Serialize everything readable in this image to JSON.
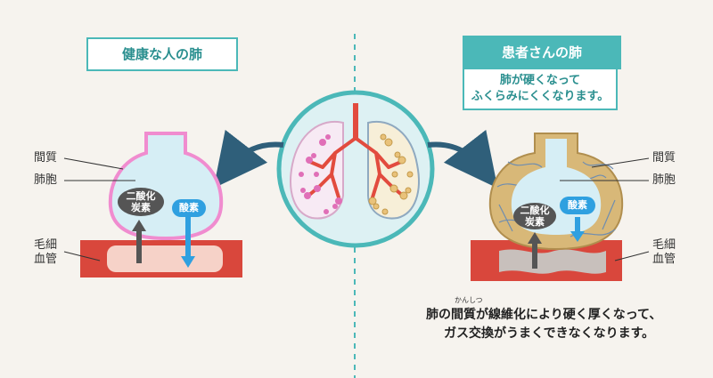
{
  "left": {
    "title": "健康な人の肺",
    "labels": {
      "interstitium": "間質",
      "alveolus": "肺胞",
      "capillary_line1": "毛細",
      "capillary_line2": "血管"
    },
    "co2_line1": "二酸化",
    "co2_line2": "炭素",
    "oxygen": "酸素"
  },
  "right": {
    "title": "患者さんの肺",
    "subtitle_line1": "肺が硬くなって",
    "subtitle_line2": "ふくらみにくくなります。",
    "labels": {
      "interstitium": "間質",
      "alveolus": "肺胞",
      "capillary_line1": "毛細",
      "capillary_line2": "血管"
    },
    "co2_line1": "二酸化",
    "co2_line2": "炭素",
    "oxygen": "酸素"
  },
  "caption": {
    "ruby": "かんしつ",
    "line1": "肺の間質が線維化により硬く厚くなって、",
    "line2": "ガス交換がうまくできなくなります。"
  },
  "colors": {
    "teal": "#4bb8b8",
    "alveolus_fill": "#d6eef5",
    "healthy_wall": "#f08ccf",
    "fibrosis": "#d8b878",
    "vessel_red": "#d9473c",
    "oxygen_blue": "#2fa0e0",
    "co2_gray": "#555555"
  }
}
